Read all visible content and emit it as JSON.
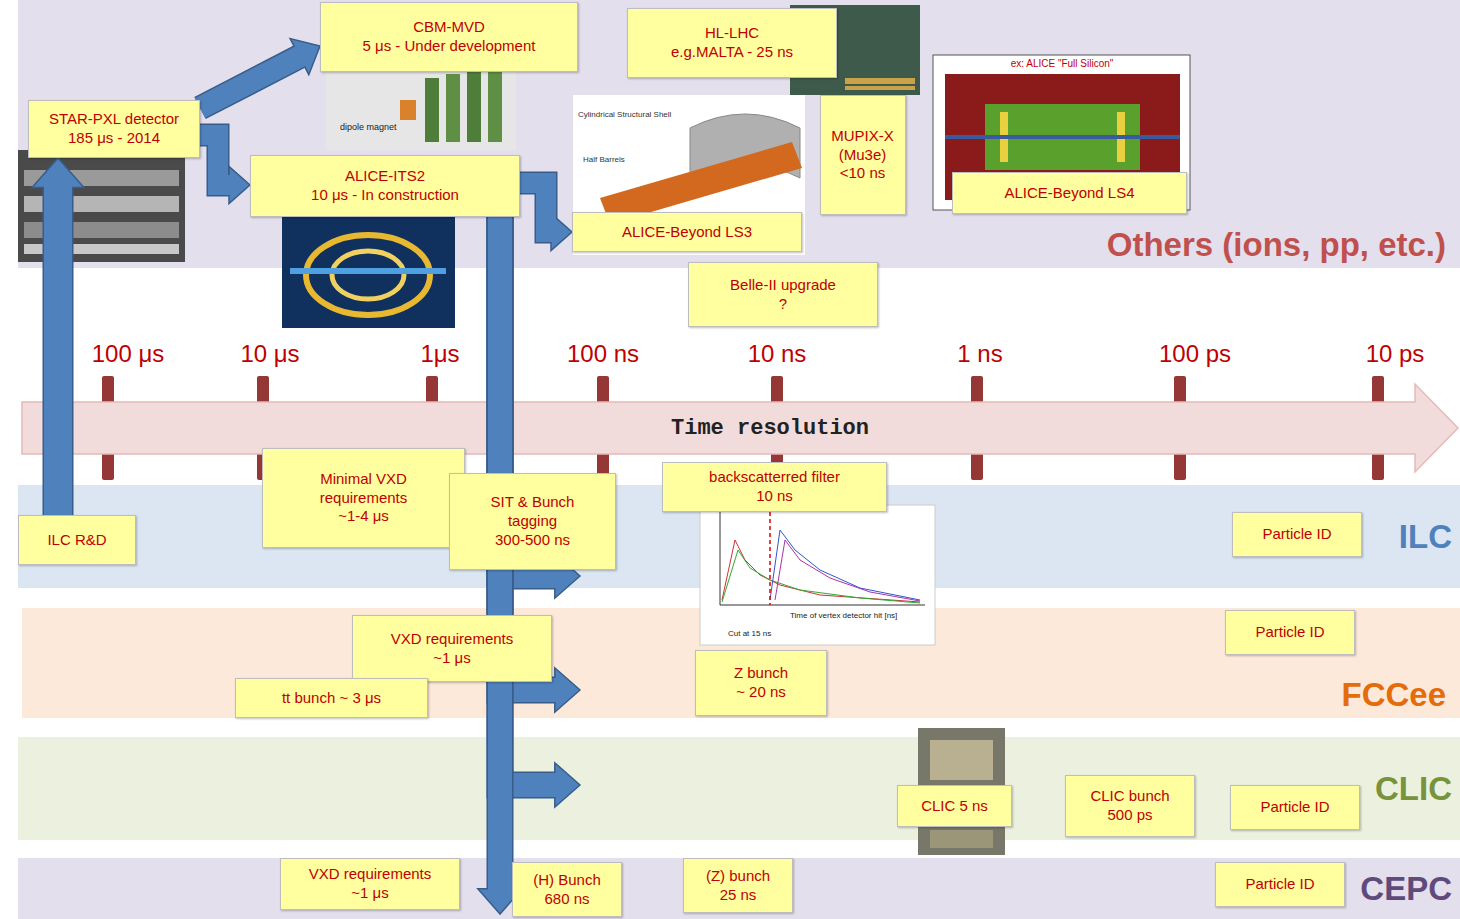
{
  "diagram": {
    "nodes": [
      {
        "text": [
          "Others (ions, pp, etc.)"
        ]
      },
      {
        "text": [
          "STAR-PXL detector",
          "185 μs - 2014"
        ],
        "in": 0
      },
      {
        "text": [
          "CBM-MVD",
          "5 μs - Under development"
        ],
        "in": 0
      },
      {
        "text": [
          "ALICE-ITS2",
          "10 μs - In construction"
        ],
        "in": 0
      },
      {
        "text": [
          "HL-LHC",
          "e.g.MALTA - 25 ns"
        ],
        "in": 0
      },
      {
        "text": [
          "ALICE-Beyond LS3"
        ],
        "in": 0
      },
      {
        "text": [
          "MUPIX-X (Mu3e) <10 ns"
        ],
        "in": 0
      },
      {
        "text": [
          "ALICE-Beyond LS4"
        ],
        "in": 0
      },
      {
        "text": [
          "Belle-II upgrade",
          "?"
        ]
      },
      {
        "text": [
          "Time resolution"
        ]
      },
      {
        "text": [
          "Minimal VXD requirements",
          "~1-4 μs"
        ]
      },
      {
        "text": [
          "SIT & Bunch tagging",
          "300-500 ns"
        ]
      },
      {
        "text": [
          "backscatterred filter",
          "10 ns"
        ]
      },
      {
        "text": [
          "ILC"
        ]
      },
      {
        "text": [
          "ILC R&D"
        ],
        "in": 13
      },
      {
        "text": [
          "Particle ID"
        ],
        "in": 13
      },
      {
        "text": [
          "FCCee"
        ]
      },
      {
        "text": [
          "VXD requirements",
          "~1 μs"
        ],
        "in": 16
      },
      {
        "text": [
          "tt bunch ~ 3 μs"
        ],
        "in": 16
      },
      {
        "text": [
          "Z bunch",
          "~ 20 ns"
        ],
        "in": 16
      },
      {
        "text": [
          "Particle ID"
        ],
        "in": 16
      },
      {
        "text": [
          "CLIC"
        ]
      },
      {
        "text": [
          "CLIC 5 ns"
        ],
        "in": 21
      },
      {
        "text": [
          "CLIC bunch",
          "500 ps"
        ],
        "in": 21
      },
      {
        "text": [
          "Particle ID"
        ],
        "in": 21
      },
      {
        "text": [
          "CEPC"
        ]
      },
      {
        "text": [
          "VXD requirements",
          "~1 μs"
        ],
        "in": 25
      },
      {
        "text": [
          "(H) Bunch",
          "680 ns"
        ],
        "in": 25
      },
      {
        "text": [
          "(Z) bunch",
          "25 ns"
        ],
        "in": 25
      },
      {
        "text": [
          "Particle ID"
        ],
        "in": 25
      }
    ],
    "edges": [
      {
        "from": 14,
        "to": 1,
        "arrow": "to"
      },
      {
        "from": 1,
        "to": 3,
        "arrow": "to"
      },
      {
        "from": 1,
        "to": 2,
        "arrow": "to"
      },
      {
        "from": 3,
        "to": 5,
        "arrow": "to"
      },
      {
        "from": 3,
        "to": 13,
        "arrow": "to"
      },
      {
        "from": 3,
        "to": 16,
        "arrow": "to"
      },
      {
        "from": 3,
        "to": 21,
        "arrow": "to"
      },
      {
        "from": 3,
        "to": 25,
        "arrow": "to"
      }
    ],
    "labels": [
      "100 μs",
      "10 μs",
      "1μs",
      "100 ns",
      "10 ns",
      "1 ns",
      "100 ps",
      "10 ps",
      "dipole magnet",
      "Cylindrical Structural Shell",
      "Half Barrels",
      "ex: ALICE \"Full Silicon\"",
      "Time of vertex detector hit [ns]",
      "Cut at 15 ns"
    ]
  }
}
